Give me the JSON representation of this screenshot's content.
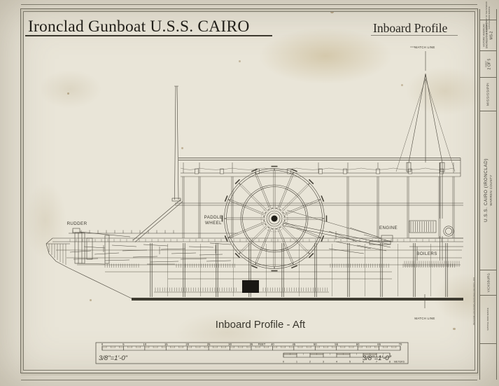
{
  "colors": {
    "paper": "#e9e5d8",
    "ink": "#49453b"
  },
  "header": {
    "title": "Ironclad Gunboat U.S.S. CAIRO",
    "subtitle": "Inboard Profile"
  },
  "drawing": {
    "labels": {
      "rudder": "RUDDER",
      "paddle_wheel_line1": "PADDLE",
      "paddle_wheel_line2": "WHEEL",
      "engine": "ENGINE",
      "boilers": "BOILERS",
      "match_line_top": "MATCH LINE",
      "match_line_bottom": "MATCH LINE"
    },
    "caption": "Inboard Profile - Aft"
  },
  "scale_bar": {
    "feet_ticks": [
      "0",
      "5",
      "10",
      "15",
      "20",
      "25",
      "30",
      "35",
      "40",
      "45",
      "50",
      "55",
      "60",
      "65",
      "70"
    ],
    "feet_label": "FEET",
    "meter_ticks": [
      "0",
      "1",
      "2",
      "3",
      "4",
      "5",
      "6",
      "7",
      "8"
    ],
    "meters_label": "METERS",
    "scale_note_left": "3/8\"=1'-0\"",
    "scale_note_right": "3/8\"=1'-0\""
  },
  "title_block": {
    "dept_line1": "U.S. DEPARTMENT OF THE INTERIOR",
    "dept_line2": "NATIONAL PARK SERVICE",
    "record_line1": "HISTORIC AMERICAN",
    "record_line2": "ENGINEERING RECORD",
    "record_no": "MS-2",
    "sheet_label": "SHEET",
    "sheet_number": "2 OF 5",
    "state": "MISSISSIPPI",
    "name": "U.S.S. CAIRO (IRONCLAD)",
    "county": "WARREN COUNTY",
    "city": "VICKSBURG",
    "fine_print": "NATIONAL PARK SERVICE",
    "margin_credit": "MEASURED AND DRAWN FROM FIELD RECORDS, 2002"
  }
}
